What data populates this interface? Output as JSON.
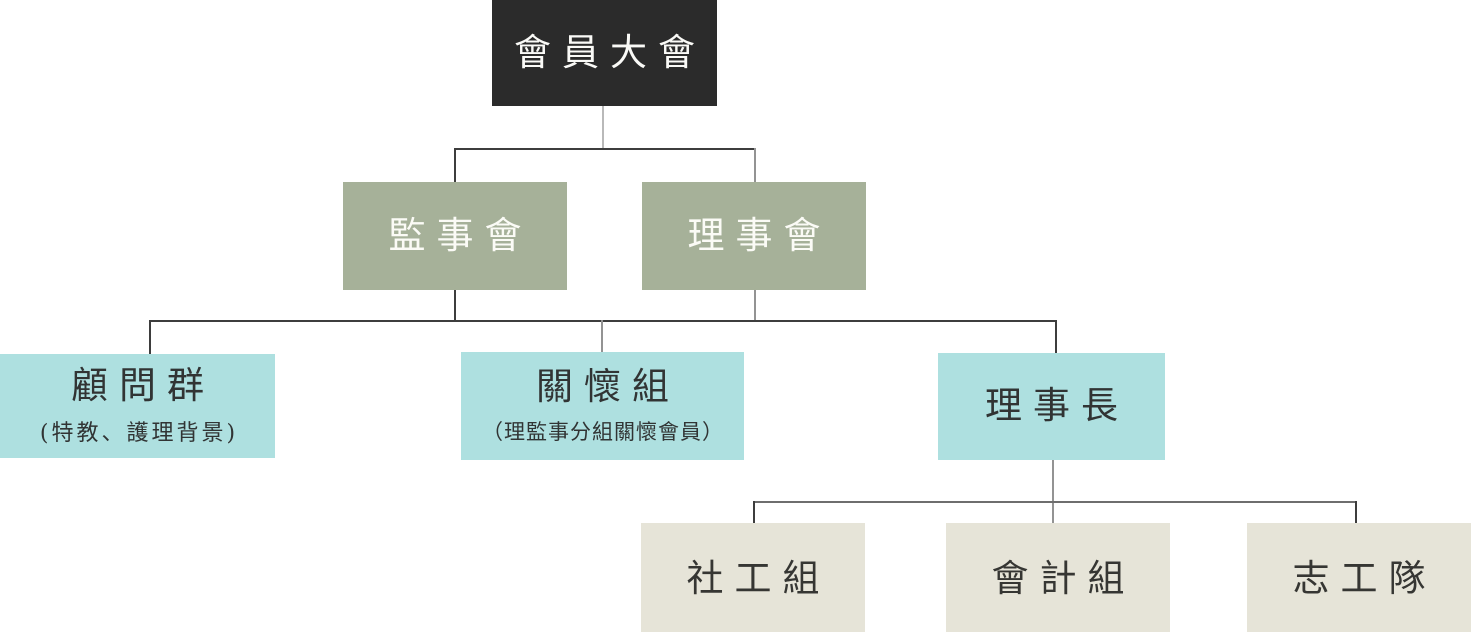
{
  "diagram": {
    "type": "org-chart",
    "background": "#ffffff",
    "nodes": [
      {
        "id": "general-assembly",
        "label": "會員大會",
        "level": 1,
        "variant": "dark"
      },
      {
        "id": "supervisory-board",
        "label": "監事會",
        "level": 2,
        "variant": "green"
      },
      {
        "id": "board-of-directors",
        "label": "理事會",
        "level": 2,
        "variant": "green"
      },
      {
        "id": "advisors",
        "label": "顧問群",
        "sublabel": "(特教、護理背景)",
        "level": 3,
        "variant": "teal"
      },
      {
        "id": "care-group",
        "label": "關懷組",
        "sublabel": "（理監事分組關懷會員）",
        "level": 3,
        "variant": "teal"
      },
      {
        "id": "chairman",
        "label": "理事長",
        "level": 3,
        "variant": "teal"
      },
      {
        "id": "social-work-group",
        "label": "社工組",
        "level": 4,
        "variant": "beige"
      },
      {
        "id": "accounting-group",
        "label": "會計組",
        "level": 4,
        "variant": "beige"
      },
      {
        "id": "volunteer-team",
        "label": "志工隊",
        "level": 4,
        "variant": "beige"
      }
    ],
    "edges": [
      {
        "from": "general-assembly",
        "to": "supervisory-board"
      },
      {
        "from": "general-assembly",
        "to": "board-of-directors"
      },
      {
        "from": "supervisory-board",
        "to": "advisors"
      },
      {
        "from": "supervisory-board",
        "to": "care-group"
      },
      {
        "from": "board-of-directors",
        "to": "care-group"
      },
      {
        "from": "board-of-directors",
        "to": "chairman"
      },
      {
        "from": "chairman",
        "to": "social-work-group"
      },
      {
        "from": "chairman",
        "to": "accounting-group"
      },
      {
        "from": "chairman",
        "to": "volunteer-team"
      }
    ],
    "colors": {
      "dark_box": "#2b2b2b",
      "green_box": "#a6b199",
      "teal_box": "#aee0e0",
      "beige_box": "#e6e4d8",
      "light_text": "#fbfbf6",
      "dark_text": "#333333",
      "line_dark": "#3d3d3d",
      "line_light": "#b9b9b9"
    }
  }
}
